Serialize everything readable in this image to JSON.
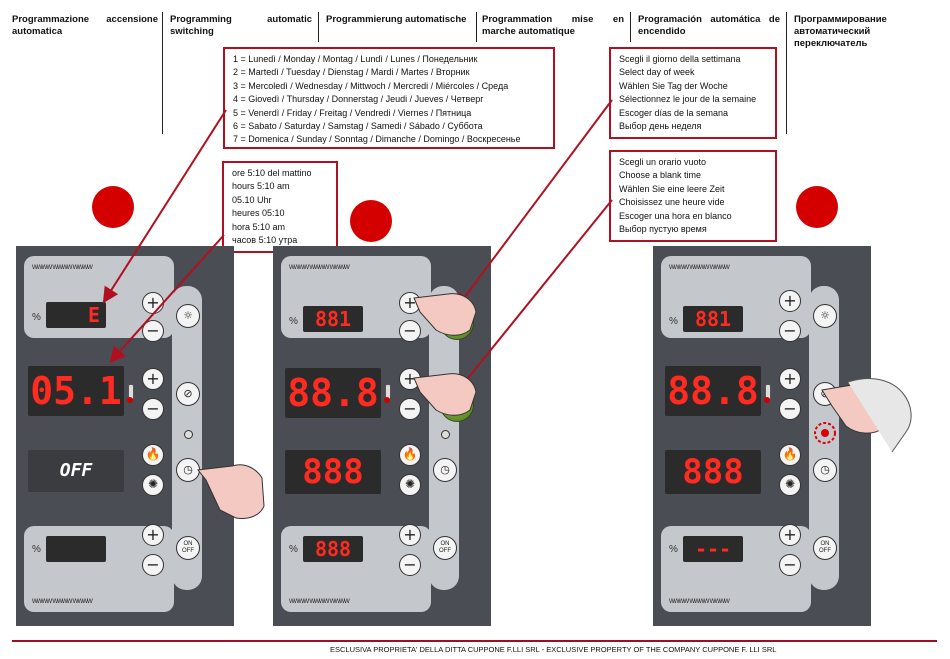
{
  "headers": [
    "Programmazione accensione automatica",
    "Programming automatic switching",
    "Programmierung automatische",
    "Programmation mise en marche automatique",
    "Programación automática de encendido",
    "Программирование автоматический переключатель"
  ],
  "days_box": [
    "1 = Lunedì / Monday / Montag / Lundì / Lunes / Понедельник",
    "2 = Martedì / Tuesday / Dienstag / Mardi / Martes / Вторник",
    "3 = Mercoledì / Wednesday / Mittwoch / Mercredi / Miércoles / Среда",
    "4 = Giovedì / Thursday / Donnerstag / Jeudi / Jueves / Четверг",
    "5 = Venerdì / Friday / Freitag / Vendredi / Viernes / Пятница",
    "6 = Sabato / Saturday / Samstag / Samedi / Sábado / Суббота",
    "7 = Domenica / Sunday / Sonntag / Dimanche / Domingo / Воскресенье"
  ],
  "time_box": [
    "ore 5:10 del mattino",
    "hours 5:10 am",
    "05.10 Uhr",
    "heures 05:10",
    "hora 5:10 am",
    "часов 5:10 утра"
  ],
  "select_day_box": [
    "Scegli il giorno della settimana",
    "Select day of week",
    "Wählen Sie Tag der Woche",
    "Sélectionnez le jour de la semaine",
    "Escoger días de la semana",
    "Выбор день неделя"
  ],
  "blank_time_box": [
    "Scegli un orario vuoto",
    "Choose a blank time",
    "Wählen Sie eine leere Zeit",
    "Choisissez une heure vide",
    "Escoger una hora en blanco",
    "Выбор пустую время"
  ],
  "panels": [
    {
      "top": "",
      "top_label": "E",
      "middle": "05.1",
      "bottom": "OFF",
      "low": ""
    },
    {
      "top": "881",
      "middle": "88.8",
      "bottom": "888",
      "low": "888"
    },
    {
      "top": "881",
      "middle": "88.8",
      "bottom": "888",
      "low": "---"
    }
  ],
  "labels": {
    "percent": "%",
    "plus": "+",
    "minus": "−",
    "on": "ON",
    "off": "OFF",
    "zigzag": "wwww wwww wwww"
  },
  "footer": "ESCLUSIVA PROPRIETA' DELLA DITTA CUPPONE F.LLI SRL - EXCLUSIVE PROPERTY OF THE COMPANY CUPPONE F. LLI SRL",
  "colors": {
    "accent": "#b01020",
    "dot": "#d40000",
    "panel": "#4a4d53",
    "plate": "#c4c7cc",
    "lcd_text": "#ff2b20"
  }
}
